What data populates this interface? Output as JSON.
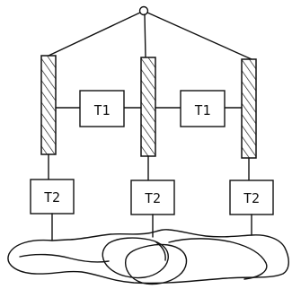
{
  "diagram": {
    "labels": {
      "left_t1": "T1",
      "right_t1": "T1",
      "left_t2": "T2",
      "middle_t2": "T2",
      "right_t2": "T2"
    }
  }
}
